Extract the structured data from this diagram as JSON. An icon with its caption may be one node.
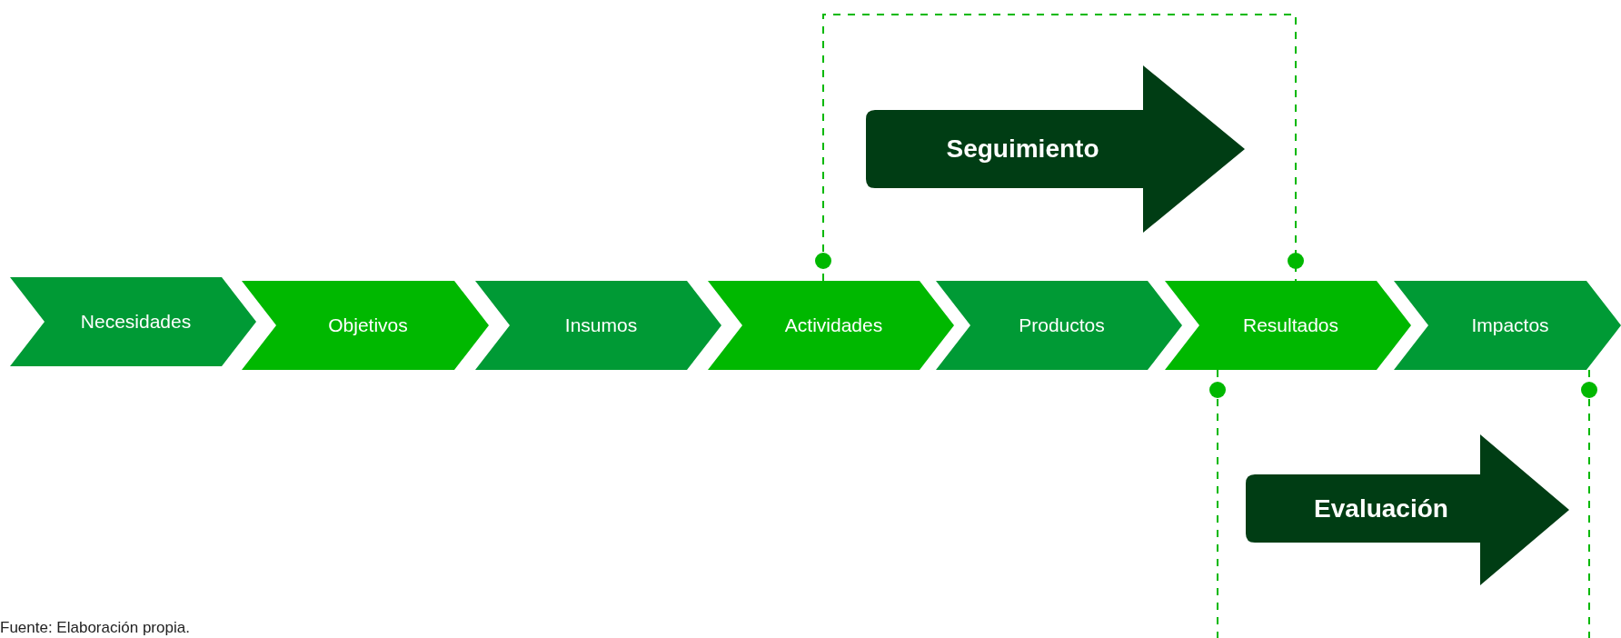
{
  "diagram": {
    "caption": "Fuente: Elaboración propia.",
    "nodes": [
      {
        "text": [
          "Necesidades"
        ]
      },
      {
        "text": [
          "Objetivos"
        ]
      },
      {
        "text": [
          "Insumos"
        ]
      },
      {
        "text": [
          "Actividades"
        ]
      },
      {
        "text": [
          "Productos"
        ]
      },
      {
        "text": [
          "Resultados"
        ]
      },
      {
        "text": [
          "Impactos"
        ]
      },
      {
        "text": [
          "Seguimiento"
        ]
      },
      {
        "text": [
          "Evaluación"
        ]
      }
    ],
    "edges": [
      {
        "from": 3,
        "to": 5,
        "arrow": "other",
        "style": "dashed"
      },
      {
        "from": 5,
        "to": null,
        "arrow": "other",
        "style": "dashed"
      },
      {
        "from": 6,
        "to": null,
        "arrow": "other",
        "style": "dashed"
      }
    ]
  }
}
